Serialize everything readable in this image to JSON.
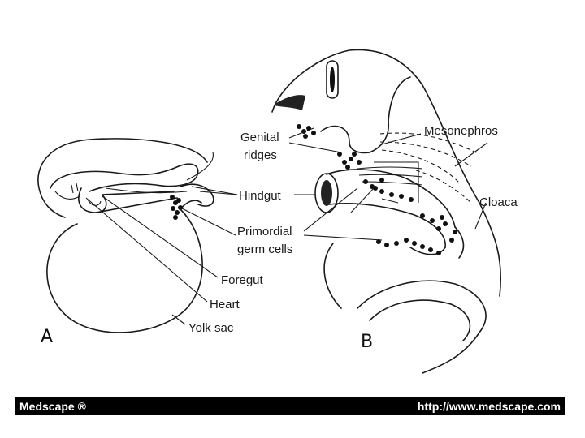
{
  "panels": {
    "a": {
      "letter": "A",
      "labels": {
        "hindgut": "Hindgut",
        "primordial_line1": "Primordial",
        "primordial_line2": "germ cells",
        "foregut": "Foregut",
        "heart": "Heart",
        "yolk_sac": "Yolk sac"
      }
    },
    "b": {
      "letter": "B",
      "labels": {
        "genital_line1": "Genital",
        "genital_line2": "ridges",
        "mesonephros": "Mesonephros",
        "cloaca": "Cloaca"
      }
    }
  },
  "footer": {
    "brand": "Medscape ®",
    "url": "http://www.medscape.com"
  },
  "colors": {
    "ink": "#1a1a1a",
    "footer_bg": "#000000",
    "footer_text": "#ffffff"
  }
}
